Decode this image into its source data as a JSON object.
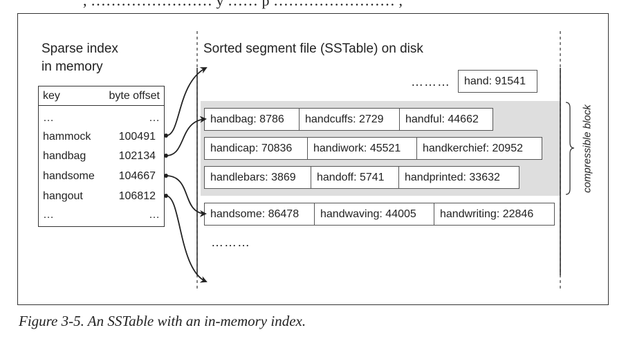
{
  "top_text": ", …………………… y …… p …………………… ,",
  "index": {
    "title": "Sparse index\nin memory",
    "header_key": "key",
    "header_offset": "byte offset",
    "rows": [
      {
        "key": "…",
        "offset": "…"
      },
      {
        "key": "hammock",
        "offset": "100491"
      },
      {
        "key": "handbag",
        "offset": "102134"
      },
      {
        "key": "handsome",
        "offset": "104667"
      },
      {
        "key": "hangout",
        "offset": "106812"
      },
      {
        "key": "…",
        "offset": "…"
      }
    ]
  },
  "segment": {
    "title": "Sorted segment file (SSTable) on disk",
    "top_dots": "………",
    "bottom_dots": "………",
    "rows": [
      [
        "hand: 91541"
      ],
      [
        "handbag: 8786",
        "handcuffs: 2729",
        "handful: 44662"
      ],
      [
        "handicap: 70836",
        "handiwork: 45521",
        "handkerchief: 20952"
      ],
      [
        "handlebars: 3869",
        "handoff: 5741",
        "handprinted: 33632"
      ],
      [
        "handsome: 86478",
        "handwaving: 44005",
        "handwriting: 22846"
      ]
    ]
  },
  "block_label": "compressible block",
  "caption": "Figure 3-5. An SSTable with an in-memory index."
}
